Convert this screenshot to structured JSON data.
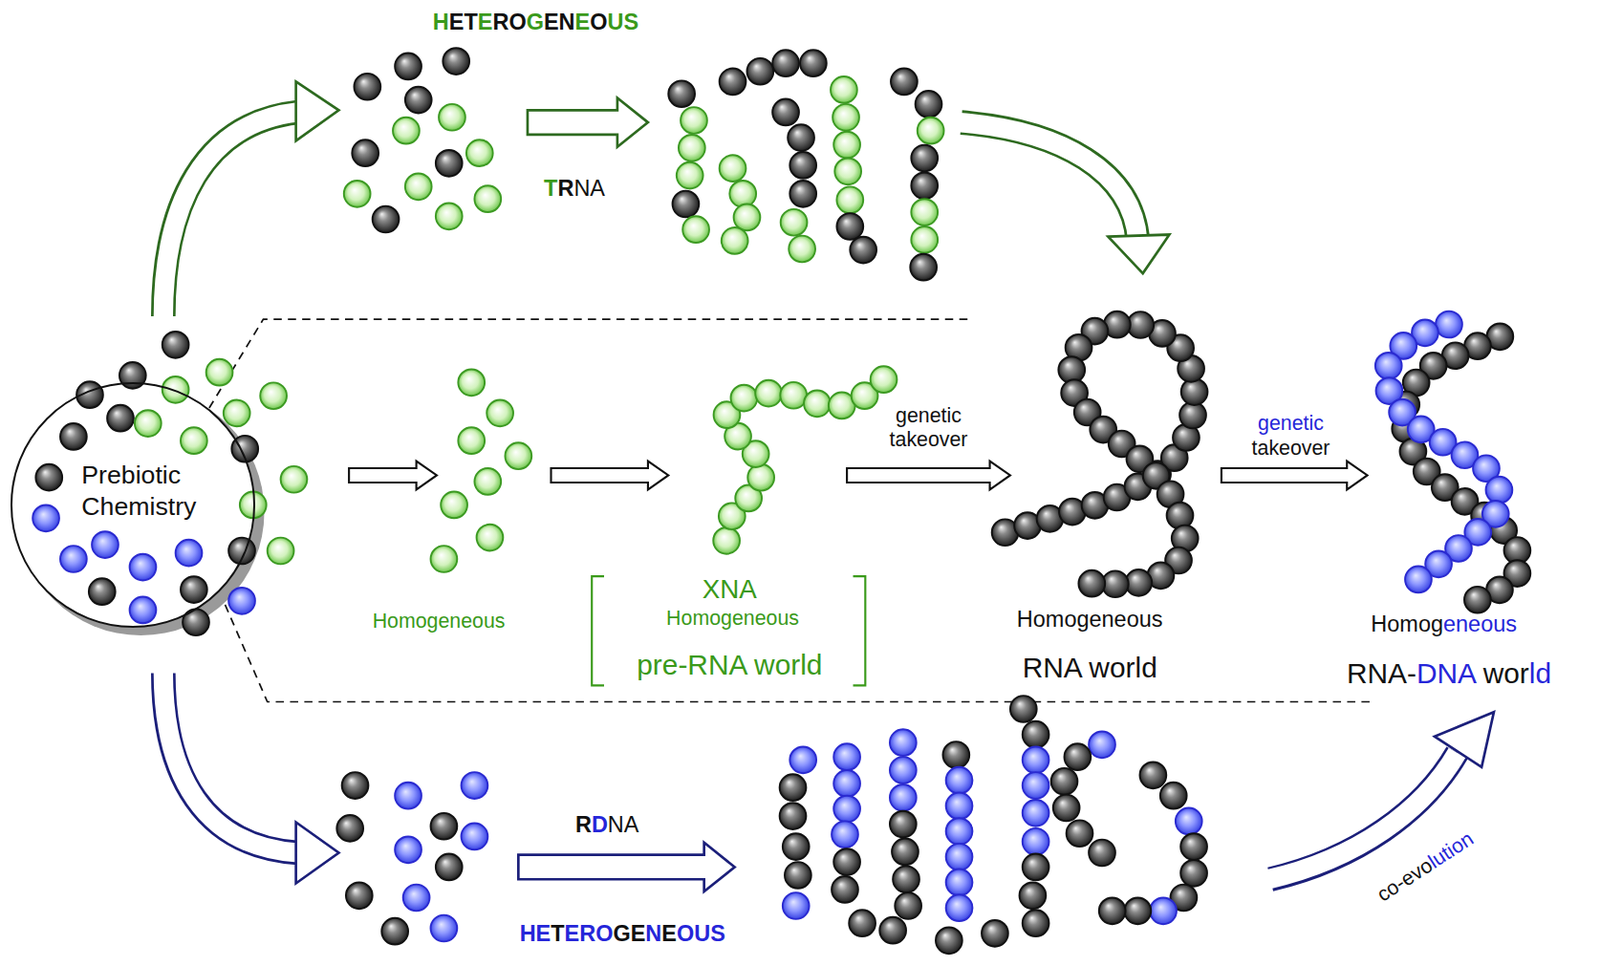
{
  "diagram": {
    "nodes": [
      {
        "text": [
          "Prebiotic Chemistry"
        ]
      }
    ],
    "labels": [
      "HETEROGENEOUS",
      "TRNA",
      "Homogeneous",
      "XNA",
      "Homogeneous",
      "pre-RNA world",
      "genetic takeover",
      "Homogeneous",
      "RNA world",
      "genetic takeover",
      "Homogeneous",
      "RNA-DNA world",
      "RDNA",
      "HETEROGENEOUS",
      "co-evolution"
    ]
  }
}
